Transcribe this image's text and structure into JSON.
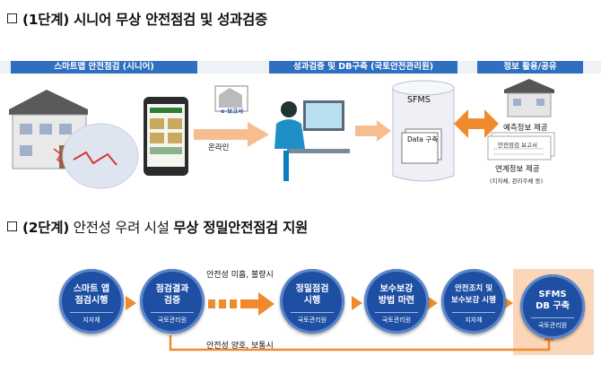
{
  "section1": {
    "title_bold": "(1단계)",
    "title_rest": " 시니어 무상 안전점검 및 성과검증",
    "header_left": "스마트앱 안전점검 (시니어)",
    "header_mid": "성과검증 및 DB구축 (국토안전관리원)",
    "header_right": "정보 활용/공유",
    "e_report": "e-보고서",
    "online": "온라인",
    "sfms": "SFMS",
    "data_build": "Data 구축",
    "maintenance_info": "예측정보 제공",
    "report_doc": "안전점검 보고서",
    "linked_info": "연계정보 제공",
    "linked_targets": "(지자체, 관리주체 등)"
  },
  "section2": {
    "title_bold": "(2단계)",
    "title_mid": " 안전성 우려 시설 ",
    "title_bold2": "무상 정밀안전점검 지원",
    "nodes": [
      {
        "line1": "스마트 앱",
        "line2": "점검시행",
        "sub": "지자체"
      },
      {
        "line1": "점검결과",
        "line2": "검증",
        "sub": "국토관리원"
      },
      {
        "line1": "정밀점검",
        "line2": "시행",
        "sub": "국토관리원"
      },
      {
        "line1": "보수보강",
        "line2": "방법 마련",
        "sub": "국토관리원"
      },
      {
        "line1": "안전조치 및",
        "line2": "보수보강 시행",
        "sub": "지자체"
      },
      {
        "line1": "SFMS",
        "line2": "DB 구축",
        "sub": "국토관리원"
      }
    ],
    "label_poor": "안전성 미흡, 불량시",
    "label_good": "안전성 양호, 보통시"
  },
  "colors": {
    "header_blue": "#2f6fc0",
    "node_blue": "#1e4fa3",
    "arrow_orange": "#f08a2c",
    "highlight": "#fbd6b8"
  }
}
